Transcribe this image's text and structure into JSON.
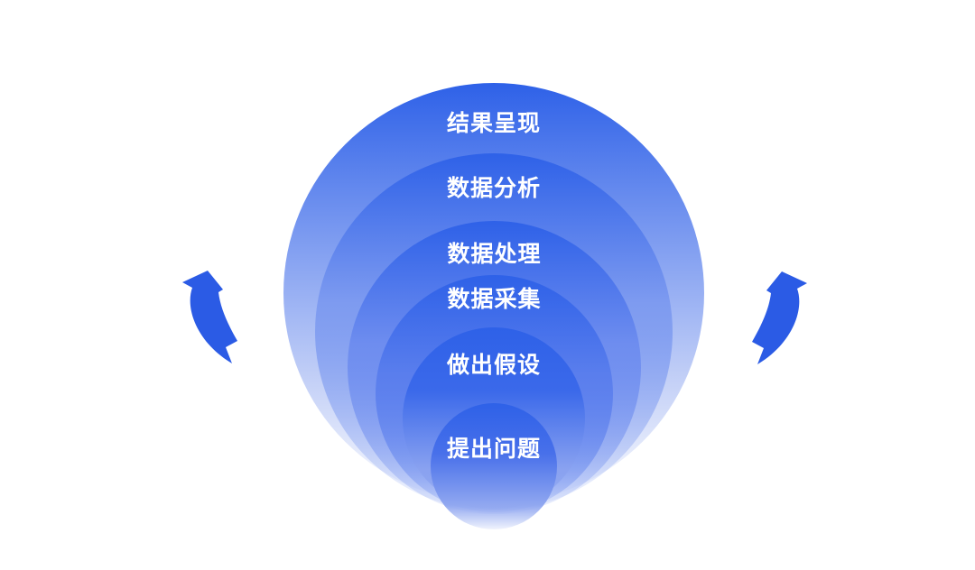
{
  "diagram": {
    "type": "nested-circles-cycle",
    "steps": [
      {
        "label": "结果呈现"
      },
      {
        "label": "数据分析"
      },
      {
        "label": "数据处理"
      },
      {
        "label": "数据采集"
      },
      {
        "label": "做出假设"
      },
      {
        "label": "提出问题"
      }
    ],
    "arrows": {
      "left": "curved-arrow-up",
      "right": "curved-arrow-up"
    },
    "colors": {
      "circle_top": "#2E61E8",
      "fade_to": "#FFFFFF",
      "arrow": "#2B5BE5",
      "label_text": "#FFFFFF",
      "background": "#FFFFFF"
    }
  }
}
